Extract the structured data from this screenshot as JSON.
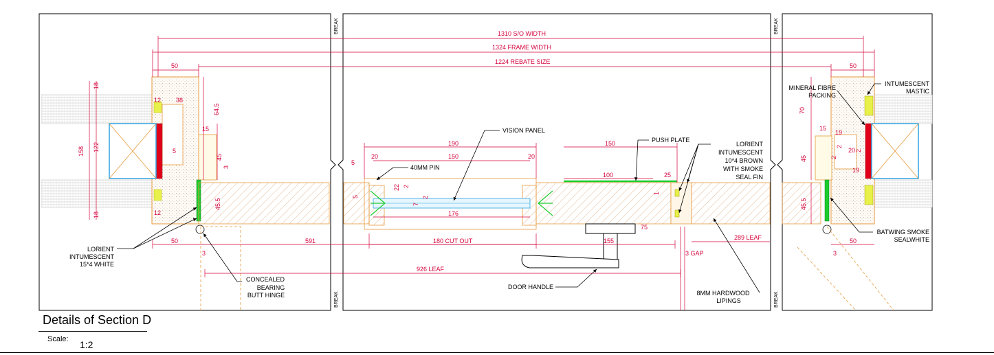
{
  "dims": {
    "so_width": "1310 S/O WIDTH",
    "frame_width": "1324 FRAME WIDTH",
    "rebate_size": "1224 REBATE SIZE",
    "left_50_top": "50",
    "left_12_top": "12",
    "left_38": "38",
    "left_64_5": "64.5",
    "left_15": "15",
    "left_45": "45",
    "left_3": "3",
    "left_45_5": "45.5",
    "left_5": "5",
    "left_158": "158",
    "left_122": "122",
    "left_18_top": "18",
    "left_18_bot": "18",
    "left_12_bot": "12",
    "left_50_bot": "50",
    "dim_591": "591",
    "left_3_bot": "3",
    "vp_190": "190",
    "vp_150": "150",
    "vp_20_left": "20",
    "vp_20_right": "20",
    "vp_5_top": "5",
    "vp_5_side": "5",
    "vp_22": "22",
    "vp_2_a": "2",
    "vp_7": "7",
    "vp_2_b": "2",
    "vp_176": "176",
    "cut_out": "180 CUT OUT",
    "leaf_926": "926 LEAF",
    "pp_150": "150",
    "pp_100": "100",
    "pp_25": "25",
    "pp_1": "1",
    "handle_75": "75",
    "handle_155": "155",
    "gap_3": "3 GAP",
    "leaf_289": "289 LEAF",
    "right_50_top": "50",
    "right_70": "70",
    "right_15": "15",
    "right_19_a": "19",
    "right_20": "20",
    "right_2_a": "2",
    "right_2_b": "2",
    "right_19_b": "19",
    "right_45": "45",
    "right_2_c": "2",
    "right_45_5": "45.5",
    "right_50_bot": "50",
    "right_3": "3"
  },
  "notes": {
    "vision_panel": "VISION PANEL",
    "pin": "40MM PIN",
    "push_plate": "PUSH PLATE",
    "lorient_right": [
      "LORIENT",
      "INTUMESCENT",
      "10*4 BROWN",
      "WITH SMOKE",
      "SEAL FIN"
    ],
    "lorient_left": [
      "LORIENT",
      "INTUMESCENT",
      "15*4 WHITE"
    ],
    "hinge": [
      "CONCEALED",
      "BEARING",
      "BUTT HINGE"
    ],
    "door_handle": "DOOR HANDLE",
    "lipings": [
      "8MM HARDWOOD",
      "LIPINGS"
    ],
    "mineral": [
      "MINERAL FIBRE",
      "PACKING"
    ],
    "mastic": [
      "INTUMESCENT",
      "MASTIC"
    ],
    "batwing": [
      "BATWING SMOKE",
      "SEALWHITE"
    ]
  },
  "break_label": "BREAK",
  "title": "Details of Section D",
  "scale_label": "Scale:",
  "scale_value": "1:2",
  "colors": {
    "dimension": "#d4003a",
    "frame": "#e59a3c",
    "intumescent": "#e8f04a",
    "seal": "#1ccc2e",
    "glass_blue": "#2fa3e0",
    "red_seal": "#e0001a"
  }
}
